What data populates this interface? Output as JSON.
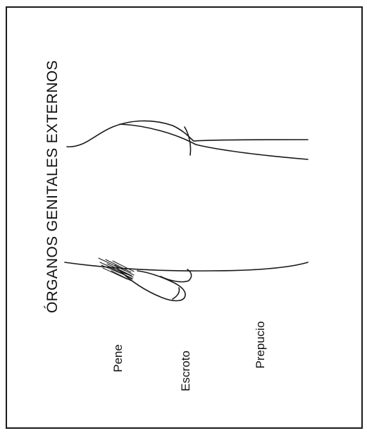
{
  "title": "ÓRGANOS GENITALES EXTERNOS",
  "labels": {
    "pene": "Pene",
    "escroto": "Escroto",
    "prepucio": "Prepucio"
  },
  "colors": {
    "line": "#1a1a1a",
    "background": "#ffffff"
  }
}
